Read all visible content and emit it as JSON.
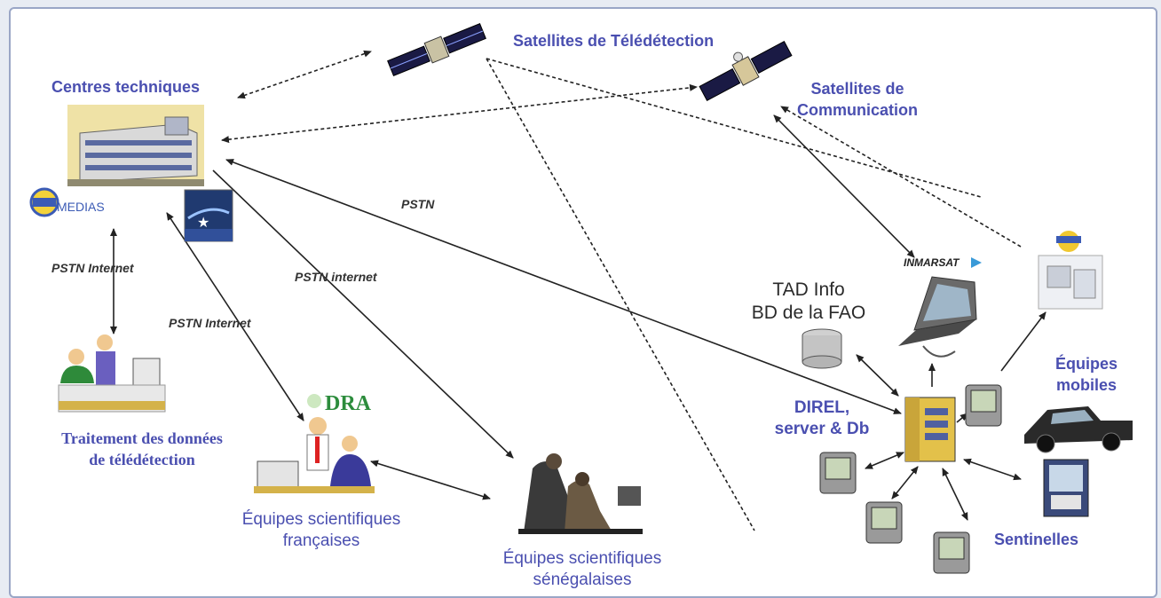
{
  "nodes": {
    "centres_techniques": "Centres techniques",
    "satellites_teledetection": "Satellites de Télédétection",
    "satellites_communication": [
      "Satellites de",
      "Communication"
    ],
    "medias_logo": "MEDIAS",
    "inmarsat_logo": "INMARSAT",
    "dra_logo": "DRA",
    "tad_info": [
      "TAD Info",
      "BD de la FAO"
    ],
    "direl": [
      "DIREL,",
      "server & Db"
    ],
    "equipes_mobiles": [
      "Équipes",
      "mobiles"
    ],
    "traitement": [
      "Traitement des données",
      "de télédétection"
    ],
    "equipes_francaises": [
      "Équipes scientifiques",
      "françaises"
    ],
    "equipes_senegalaises": [
      "Équipes scientifiques",
      "sénégalaises"
    ],
    "sentinelles": "Sentinelles"
  },
  "links": {
    "pstn_internet_1": "PSTN Internet",
    "pstn_internet_2": "PSTN Internet",
    "pstn_internet_3": "PSTN internet",
    "pstn": "PSTN"
  },
  "colors": {
    "label": "#4a4fb0",
    "frame_border": "#9aa6c6",
    "line": "#222222"
  }
}
